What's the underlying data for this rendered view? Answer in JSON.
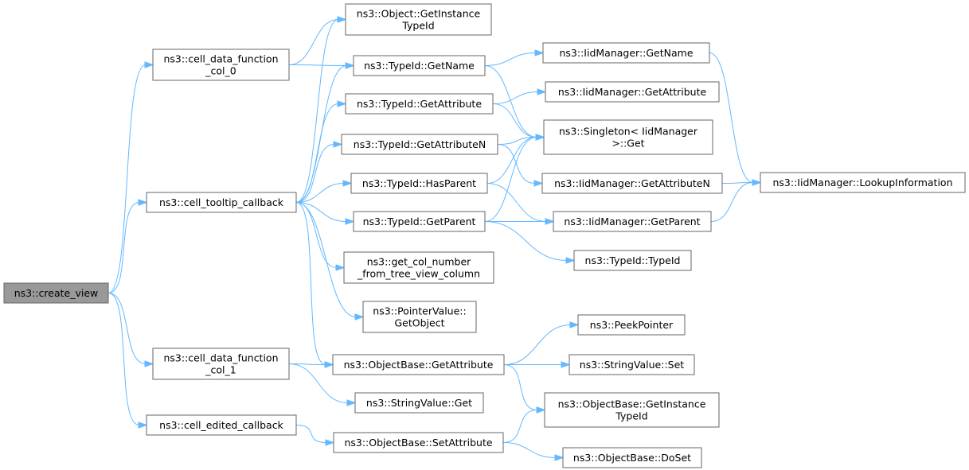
{
  "colors": {
    "edge": "#63b8ff",
    "node_border": "#666666",
    "root_fill": "#999999",
    "node_fill": "#ffffff"
  },
  "nodes": [
    {
      "id": "create_view",
      "root": true,
      "lines": [
        "ns3::create_view"
      ]
    },
    {
      "id": "cdf0",
      "lines": [
        "ns3::cell_data_function",
        "_col_0"
      ]
    },
    {
      "id": "tooltip",
      "lines": [
        "ns3::cell_tooltip_callback"
      ]
    },
    {
      "id": "cdf1",
      "lines": [
        "ns3::cell_data_function",
        "_col_1"
      ]
    },
    {
      "id": "edited",
      "lines": [
        "ns3::cell_edited_callback"
      ]
    },
    {
      "id": "obj_getinst",
      "lines": [
        "ns3::Object::GetInstance",
        "TypeId"
      ]
    },
    {
      "id": "tid_getname",
      "lines": [
        "ns3::TypeId::GetName"
      ]
    },
    {
      "id": "tid_getattr",
      "lines": [
        "ns3::TypeId::GetAttribute"
      ]
    },
    {
      "id": "tid_getattrn",
      "lines": [
        "ns3::TypeId::GetAttributeN"
      ]
    },
    {
      "id": "tid_hasparent",
      "lines": [
        "ns3::TypeId::HasParent"
      ]
    },
    {
      "id": "tid_getparent",
      "lines": [
        "ns3::TypeId::GetParent"
      ]
    },
    {
      "id": "getcolnum",
      "lines": [
        "ns3::get_col_number",
        "_from_tree_view_column"
      ]
    },
    {
      "id": "ptr_getobj",
      "lines": [
        "ns3::PointerValue::",
        "GetObject"
      ]
    },
    {
      "id": "ob_getattr",
      "lines": [
        "ns3::ObjectBase::GetAttribute"
      ]
    },
    {
      "id": "sv_get",
      "lines": [
        "ns3::StringValue::Get"
      ]
    },
    {
      "id": "ob_setattr",
      "lines": [
        "ns3::ObjectBase::SetAttribute"
      ]
    },
    {
      "id": "iid_getname",
      "lines": [
        "ns3::IidManager::GetName"
      ]
    },
    {
      "id": "iid_getattr",
      "lines": [
        "ns3::IidManager::GetAttribute"
      ]
    },
    {
      "id": "singleton",
      "lines": [
        "ns3::Singleton< IidManager",
        ">::Get"
      ]
    },
    {
      "id": "iid_getattrn",
      "lines": [
        "ns3::IidManager::GetAttributeN"
      ]
    },
    {
      "id": "iid_getparent",
      "lines": [
        "ns3::IidManager::GetParent"
      ]
    },
    {
      "id": "tid_typeid",
      "lines": [
        "ns3::TypeId::TypeId"
      ]
    },
    {
      "id": "peek",
      "lines": [
        "ns3::PeekPointer"
      ]
    },
    {
      "id": "sv_set",
      "lines": [
        "ns3::StringValue::Set"
      ]
    },
    {
      "id": "ob_getinst",
      "lines": [
        "ns3::ObjectBase::GetInstance",
        "TypeId"
      ]
    },
    {
      "id": "ob_doset",
      "lines": [
        "ns3::ObjectBase::DoSet"
      ]
    },
    {
      "id": "iid_lookup",
      "lines": [
        "ns3::IidManager::LookupInformation"
      ]
    }
  ],
  "edges": [
    [
      "create_view",
      "cdf0"
    ],
    [
      "create_view",
      "tooltip"
    ],
    [
      "create_view",
      "cdf1"
    ],
    [
      "create_view",
      "edited"
    ],
    [
      "cdf0",
      "obj_getinst"
    ],
    [
      "cdf0",
      "tid_getname"
    ],
    [
      "tooltip",
      "obj_getinst"
    ],
    [
      "tooltip",
      "tid_getname"
    ],
    [
      "tooltip",
      "tid_getattr"
    ],
    [
      "tooltip",
      "tid_getattrn"
    ],
    [
      "tooltip",
      "tid_hasparent"
    ],
    [
      "tooltip",
      "tid_getparent"
    ],
    [
      "tooltip",
      "getcolnum"
    ],
    [
      "tooltip",
      "ptr_getobj"
    ],
    [
      "tooltip",
      "ob_getattr"
    ],
    [
      "cdf1",
      "ob_getattr"
    ],
    [
      "cdf1",
      "sv_get"
    ],
    [
      "edited",
      "ob_setattr"
    ],
    [
      "tid_getname",
      "iid_getname"
    ],
    [
      "tid_getname",
      "singleton"
    ],
    [
      "tid_getattr",
      "iid_getattr"
    ],
    [
      "tid_getattr",
      "singleton"
    ],
    [
      "tid_getattrn",
      "singleton"
    ],
    [
      "tid_getattrn",
      "iid_getattrn"
    ],
    [
      "tid_hasparent",
      "singleton"
    ],
    [
      "tid_hasparent",
      "iid_getparent"
    ],
    [
      "tid_getparent",
      "singleton"
    ],
    [
      "tid_getparent",
      "iid_getparent"
    ],
    [
      "tid_getparent",
      "tid_typeid"
    ],
    [
      "iid_getname",
      "iid_lookup"
    ],
    [
      "iid_getattrn",
      "iid_lookup"
    ],
    [
      "iid_getparent",
      "iid_lookup"
    ],
    [
      "ob_getattr",
      "peek"
    ],
    [
      "ob_getattr",
      "sv_set"
    ],
    [
      "ob_getattr",
      "ob_getinst"
    ],
    [
      "ob_setattr",
      "ob_getinst"
    ],
    [
      "ob_setattr",
      "ob_doset"
    ]
  ]
}
